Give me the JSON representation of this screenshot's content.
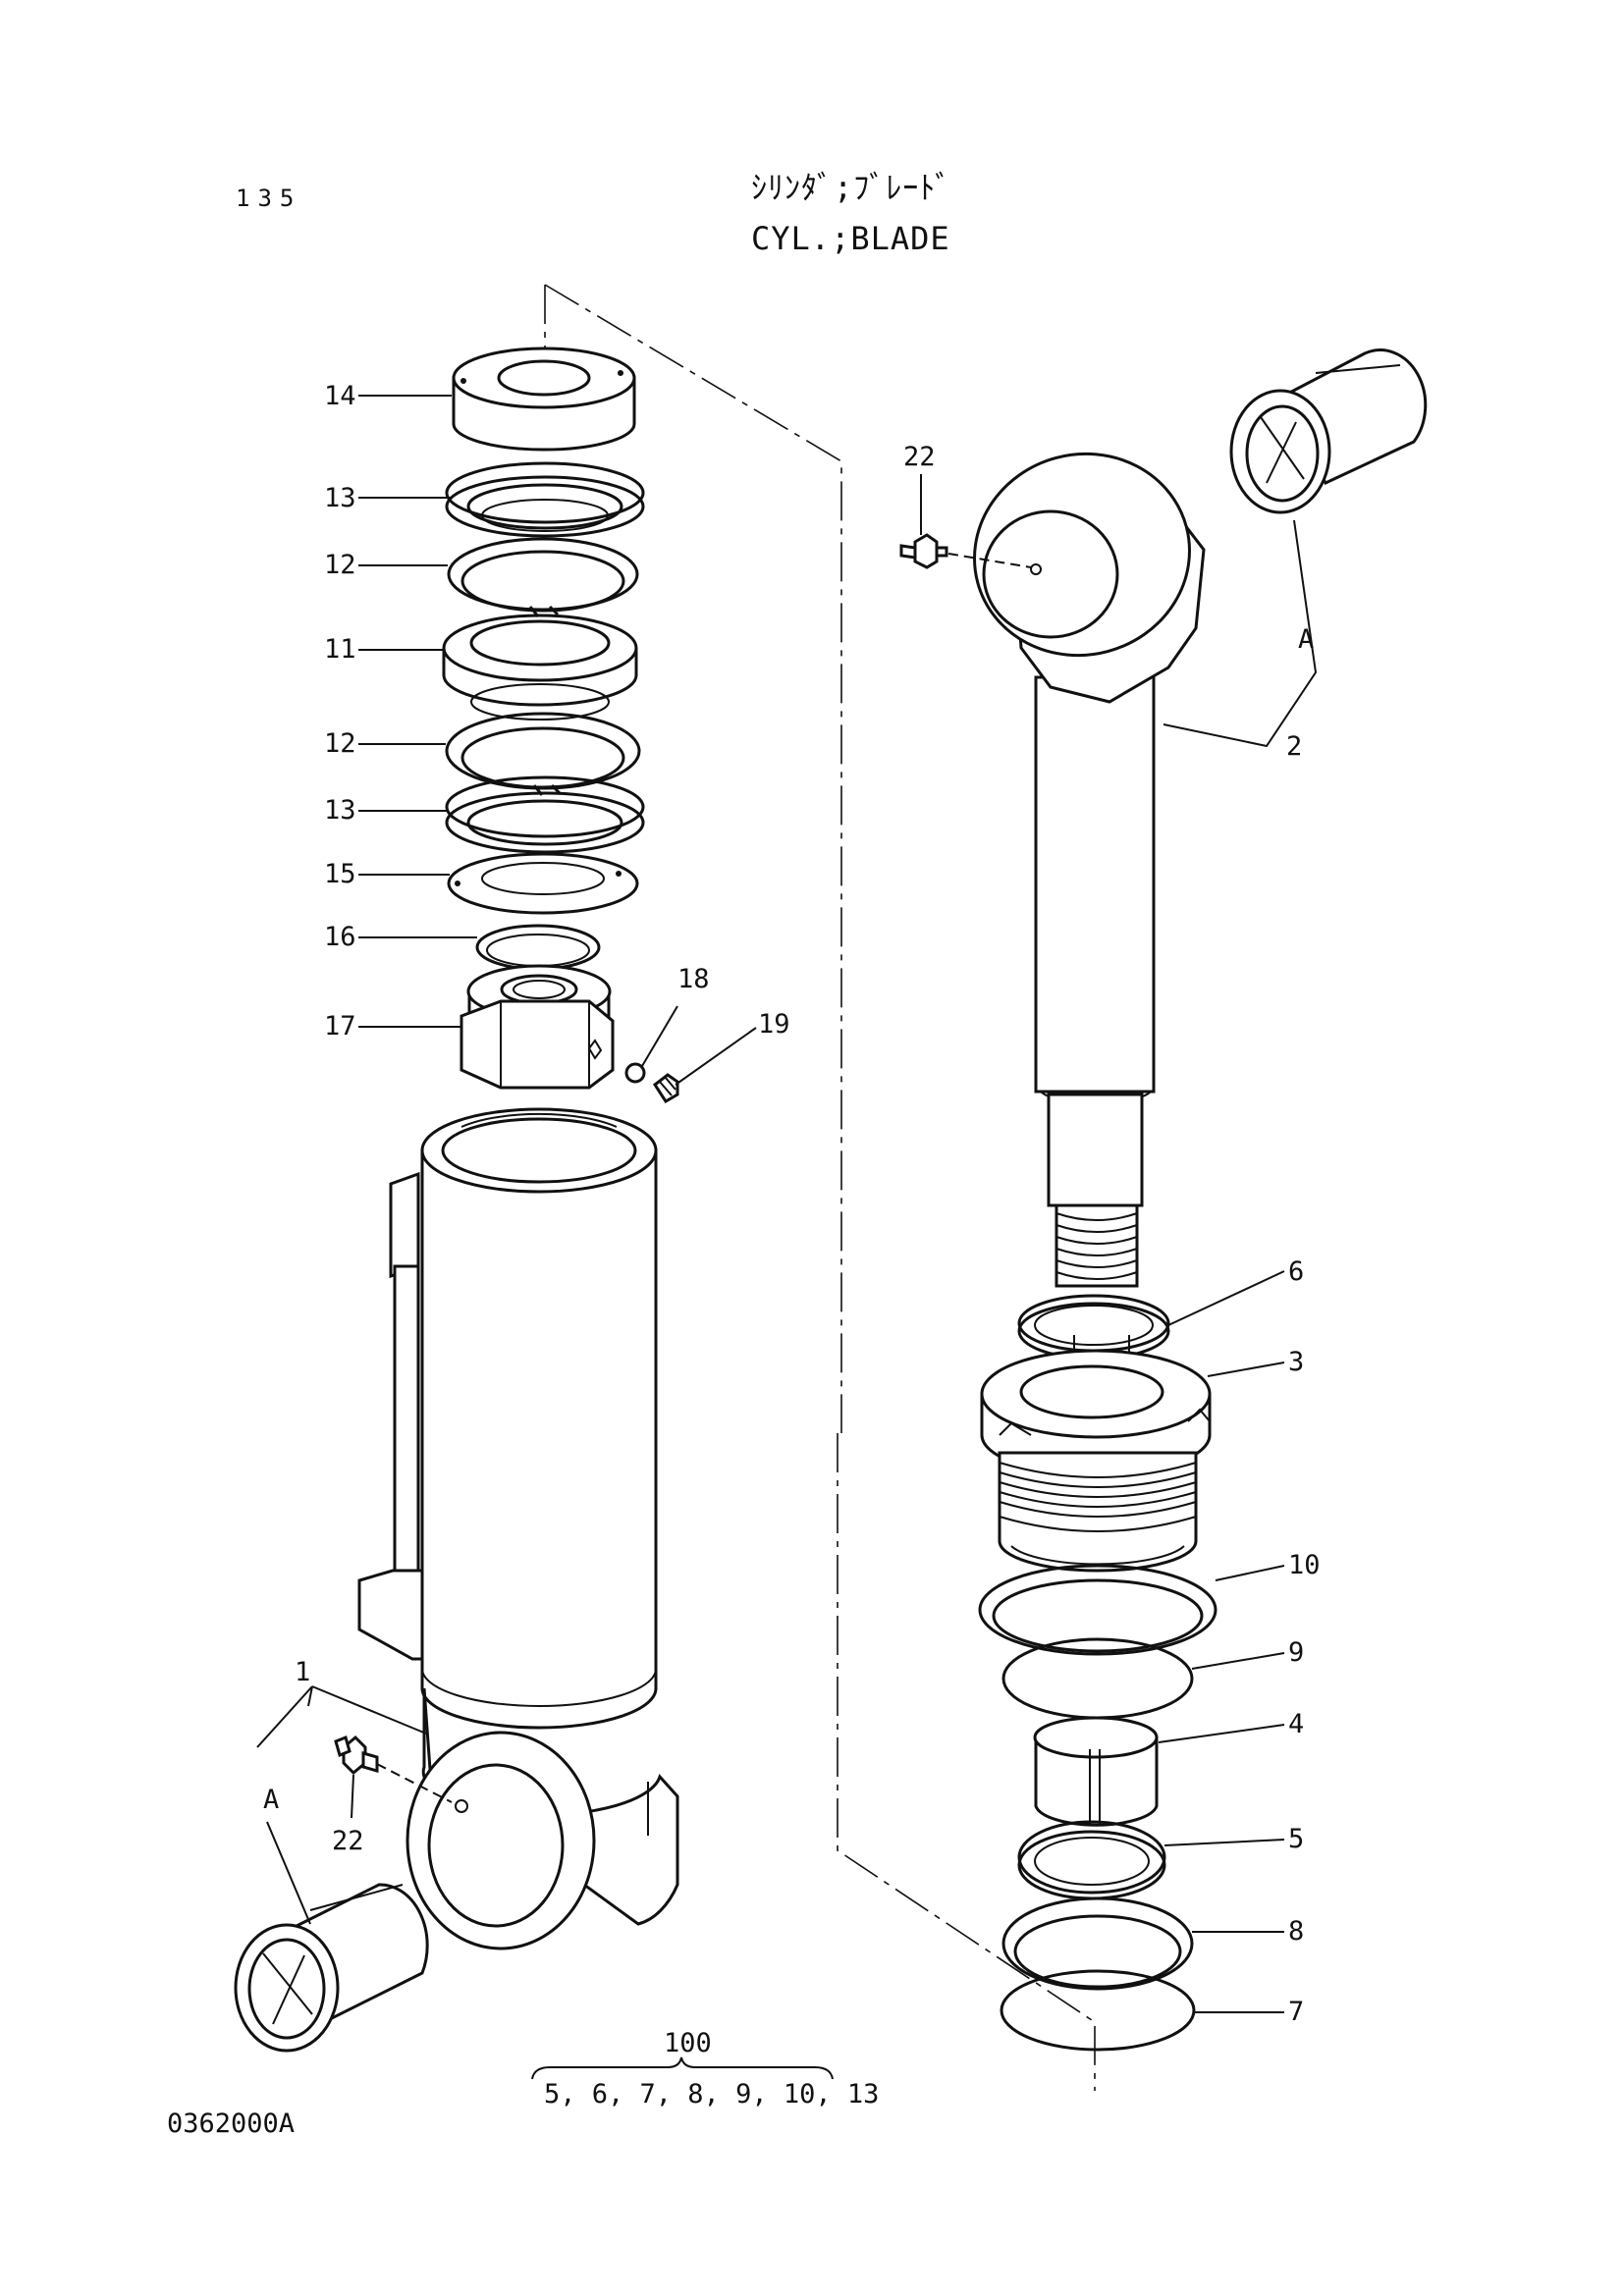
{
  "header": {
    "page_number": "135",
    "title_jp": "ｼﾘﾝﾀﾞ;ﾌﾞﾚｰﾄﾞ",
    "title_en": "CYL.;BLADE"
  },
  "callouts": {
    "c14": "14",
    "c13a": "13",
    "c12a": "12",
    "c11": "11",
    "c12b": "12",
    "c13b": "13",
    "c15": "15",
    "c16": "16",
    "c17": "17",
    "c18": "18",
    "c19": "19",
    "c22a": "22",
    "c22b": "22",
    "c1": "1",
    "cAleft": "A",
    "cAright": "A",
    "c2": "2",
    "c6": "6",
    "c3": "3",
    "c10": "10",
    "c9": "9",
    "c4": "4",
    "c5": "5",
    "c8": "8",
    "c7": "7"
  },
  "kit": {
    "number": "100",
    "contents": "5, 6, 7, 8, 9, 10, 13"
  },
  "footer": {
    "drawing_code": "0362000A"
  }
}
